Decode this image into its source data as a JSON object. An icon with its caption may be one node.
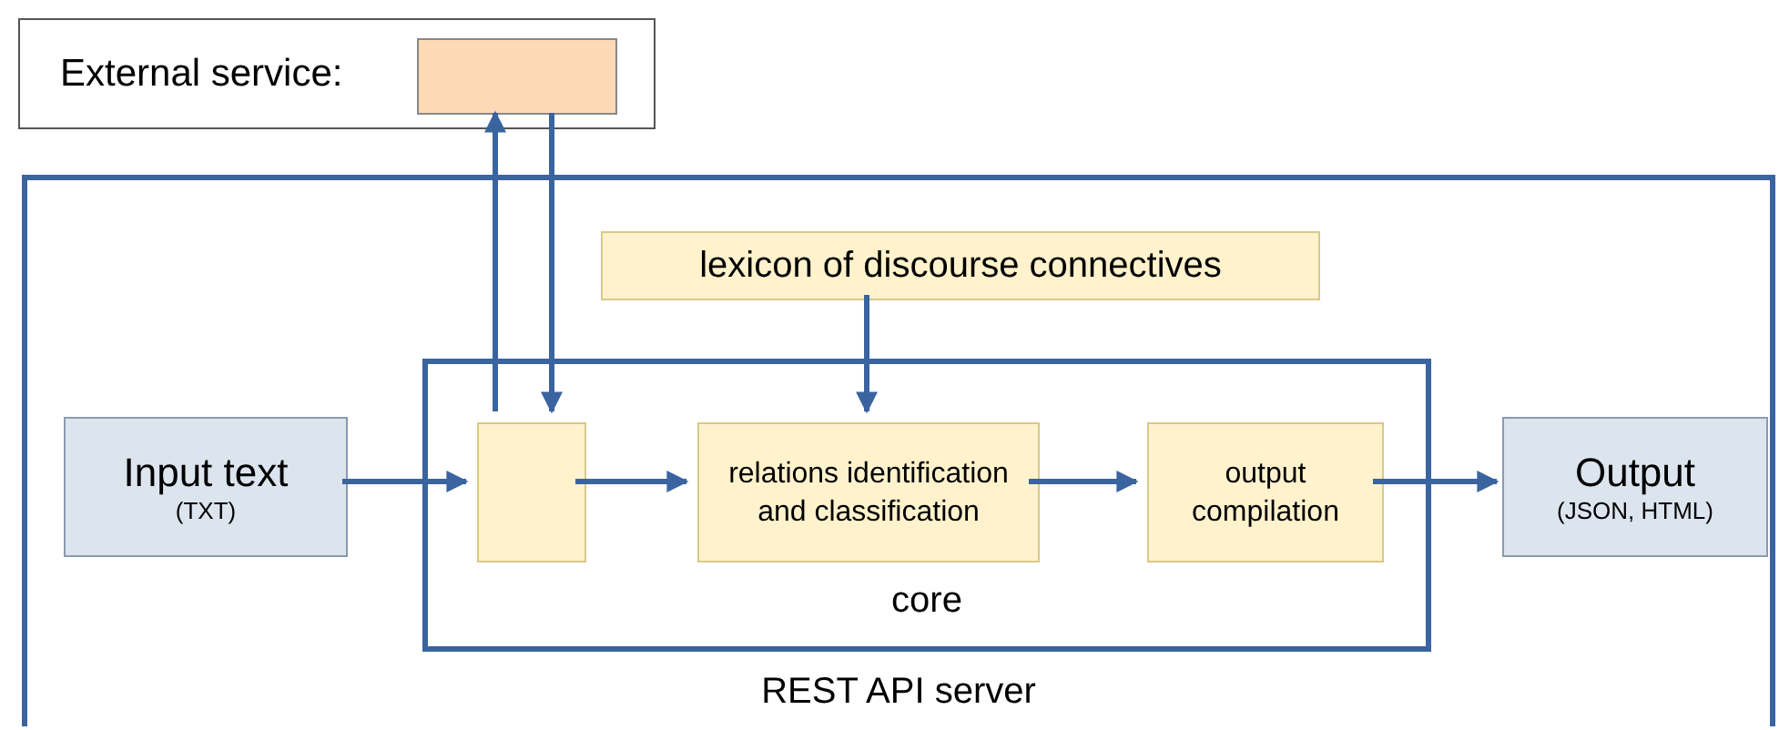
{
  "diagram": {
    "nodes": [
      {
        "text": [
          "External service:"
        ]
      },
      {
        "text": [],
        "shape": "box",
        "in": 0
      },
      {
        "text": [
          "REST API server"
        ]
      },
      {
        "text": [
          "lexicon of discourse connectives"
        ],
        "in": 2
      },
      {
        "text": [
          "core"
        ],
        "in": 2
      },
      {
        "text": [
          "Input text",
          "(TXT)"
        ],
        "in": 2
      },
      {
        "text": [],
        "shape": "box",
        "in": 4
      },
      {
        "text": [
          "relations identification and classification"
        ],
        "in": 4
      },
      {
        "text": [
          "output compilation"
        ],
        "in": 4
      },
      {
        "text": [
          "Output",
          "(JSON, HTML)"
        ],
        "in": 2
      }
    ],
    "edges": [
      {
        "from": 5,
        "to": 6,
        "arrow": "to"
      },
      {
        "from": 6,
        "to": 1,
        "arrow": "to"
      },
      {
        "from": 1,
        "to": 6,
        "arrow": "to"
      },
      {
        "from": 6,
        "to": 7,
        "arrow": "to"
      },
      {
        "from": 3,
        "to": 7,
        "arrow": "to"
      },
      {
        "from": 7,
        "to": 8,
        "arrow": "to"
      },
      {
        "from": 8,
        "to": 9,
        "arrow": "to"
      }
    ]
  }
}
